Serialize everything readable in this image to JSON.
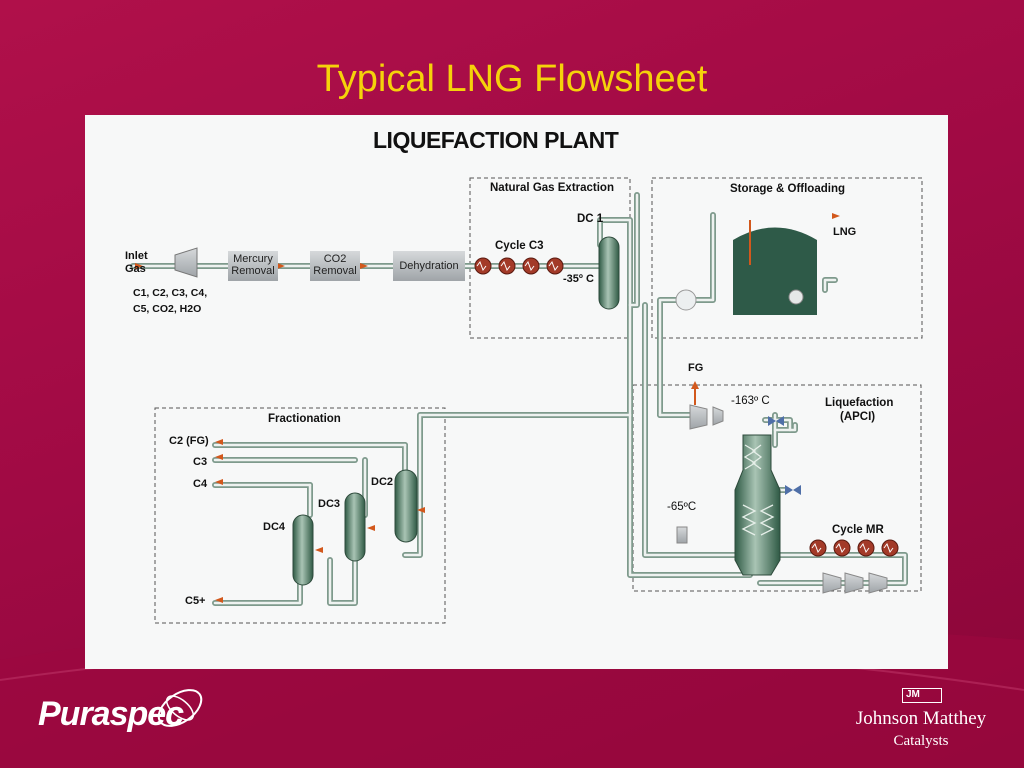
{
  "slide": {
    "title": "Typical LNG Flowsheet"
  },
  "diagram": {
    "title": "LIQUEFACTION PLANT",
    "sections": {
      "extraction": "Natural Gas Extraction",
      "storage": "Storage & Offloading",
      "liquefaction": "Liquefaction",
      "liquefaction_sub": "(APCI)",
      "fractionation": "Fractionation"
    },
    "inlet": {
      "line1": "Inlet",
      "line2": "Gas",
      "comp1": "C1, C2, C3, C4,",
      "comp2": "C5, CO2, H2O"
    },
    "units": {
      "mercury_1": "Mercury",
      "mercury_2": "Removal",
      "co2_1": "CO2",
      "co2_2": "Removal",
      "dehydration": "Dehydration",
      "cycle_c3": "Cycle C3",
      "dc1": "DC 1",
      "temp_dc1": "-35º C",
      "lng": "LNG",
      "fg": "FG",
      "temp_163": "-163º C",
      "temp_65": "-65ºC",
      "cycle_mr": "Cycle MR",
      "dc2": "DC2",
      "dc3": "DC3",
      "dc4": "DC4"
    },
    "products": {
      "c2": "C2 (FG)",
      "c3": "C3",
      "c4": "C4",
      "c5": "C5+"
    }
  },
  "footer": {
    "puraspec": "Puraspec",
    "jm_badge": "JM",
    "jm_name": "Johnson Matthey",
    "jm_division": "Catalysts"
  }
}
